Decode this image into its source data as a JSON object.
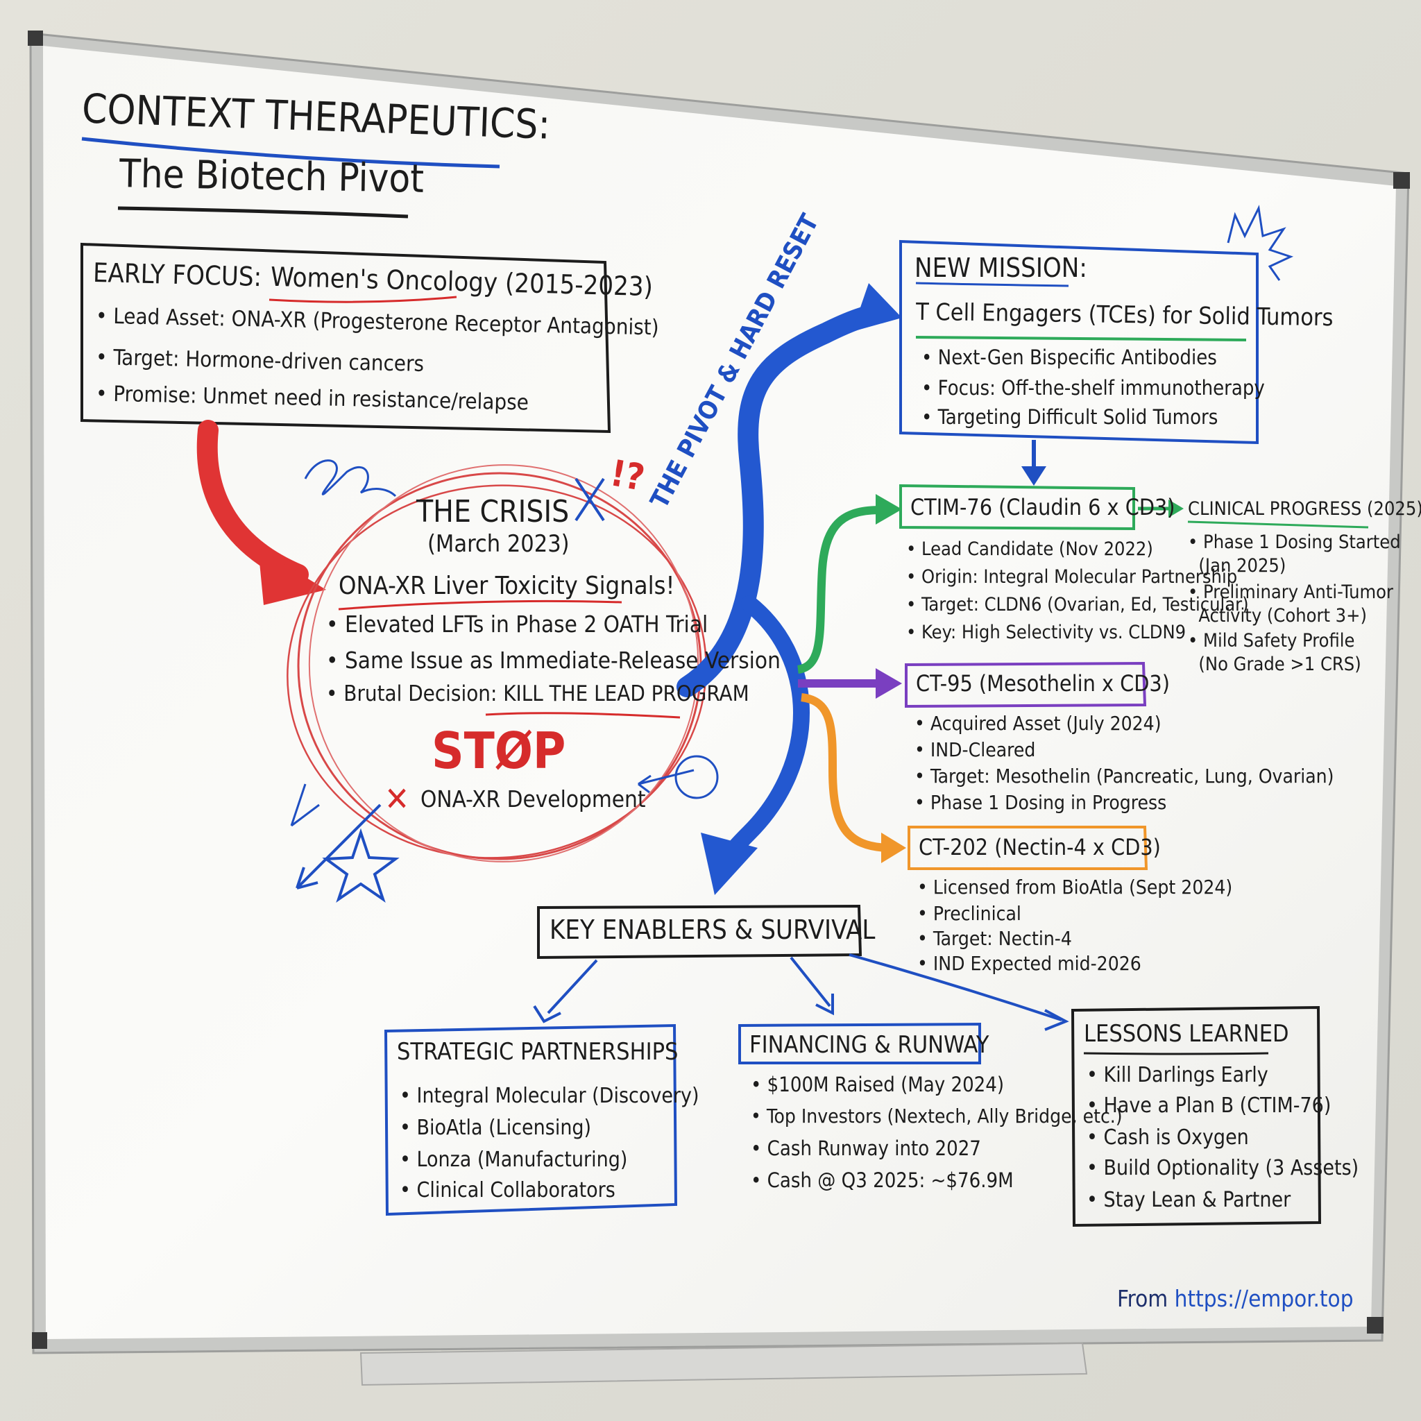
{
  "title": {
    "line1": "CONTEXT THERAPEUTICS:",
    "line2": "The Biotech Pivot"
  },
  "early_focus": {
    "label": "EARLY FOCUS:",
    "heading": "Women's Oncology (2015-2023)",
    "bullets": [
      "• Lead Asset: ONA-XR (Progesterone Receptor Antagonist)",
      "• Target: Hormone-driven cancers",
      "• Promise: Unmet need in resistance/relapse"
    ]
  },
  "crisis": {
    "title": "THE CRISIS",
    "date": "(March 2023)",
    "headline": "ONA-XR Liver Toxicity Signals!",
    "bullets": [
      "• Elevated LFTs in Phase 2 OATH Trial",
      "• Same Issue as Immediate-Release Version",
      "• Brutal Decision: KILL THE LEAD PROGRAM"
    ],
    "stop": "STØP",
    "x_mark": "✕",
    "stop_text": "ONA-XR Development",
    "marks": "!?"
  },
  "pivot_arrow_label": "THE PIVOT & HARD RESET",
  "new_mission": {
    "label": "NEW MISSION:",
    "heading": "T Cell Engagers (TCEs) for Solid Tumors",
    "bullets": [
      "• Next-Gen Bispecific Antibodies",
      "• Focus: Off-the-shelf immunotherapy",
      "• Targeting Difficult Solid Tumors"
    ]
  },
  "ctim76": {
    "name": "CTIM-76 (Claudin 6 x CD3)",
    "bullets": [
      "• Lead Candidate (Nov 2022)",
      "• Origin: Integral Molecular Partnership",
      "• Target: CLDN6 (Ovarian, Ed, Testicular)",
      "• Key: High Selectivity vs. CLDN9"
    ]
  },
  "clinical_progress": {
    "title": "CLINICAL PROGRESS (2025)",
    "lines": [
      "• Phase 1 Dosing Started",
      "  (Jan 2025)",
      "• Preliminary Anti-Tumor",
      "  Activity (Cohort 3+)",
      "• Mild Safety Profile",
      "  (No Grade >1 CRS)"
    ]
  },
  "ct95": {
    "name": "CT-95 (Mesothelin x CD3)",
    "bullets": [
      "• Acquired Asset (July 2024)",
      "• IND-Cleared",
      "• Target: Mesothelin (Pancreatic, Lung, Ovarian)",
      "• Phase 1 Dosing in Progress"
    ]
  },
  "ct202": {
    "name": "CT-202 (Nectin-4 x CD3)",
    "bullets": [
      "• Licensed from BioAtla (Sept 2024)",
      "• Preclinical",
      "• Target: Nectin-4",
      "• IND Expected mid-2026"
    ]
  },
  "enablers": {
    "title": "KEY ENABLERS & SURVIVAL"
  },
  "partnerships": {
    "title": "STRATEGIC PARTNERSHIPS",
    "bullets": [
      "• Integral Molecular (Discovery)",
      "• BioAtla (Licensing)",
      "• Lonza (Manufacturing)",
      "• Clinical Collaborators"
    ]
  },
  "financing": {
    "title": "FINANCING & RUNWAY",
    "bullets": [
      "• $100M Raised (May 2024)",
      "• Top Investors (Nextech, Ally Bridge, etc.)",
      "• Cash Runway into 2027",
      "• Cash @ Q3 2025: ~$76.9M"
    ]
  },
  "lessons": {
    "title": "LESSONS LEARNED",
    "bullets": [
      "• Kill Darlings Early",
      "• Have a Plan B (CTIM-76)",
      "• Cash is Oxygen",
      "• Build Optionality (3 Assets)",
      "• Stay Lean & Partner"
    ]
  },
  "footer": {
    "prefix": "From ",
    "link": "https://empor.top"
  },
  "colors": {
    "red": "#d62b2b",
    "blue": "#1f4fc2",
    "green": "#2eaa5a",
    "purple": "#7a3fc0",
    "orange": "#f0962a",
    "ink": "#1c1c1c"
  }
}
